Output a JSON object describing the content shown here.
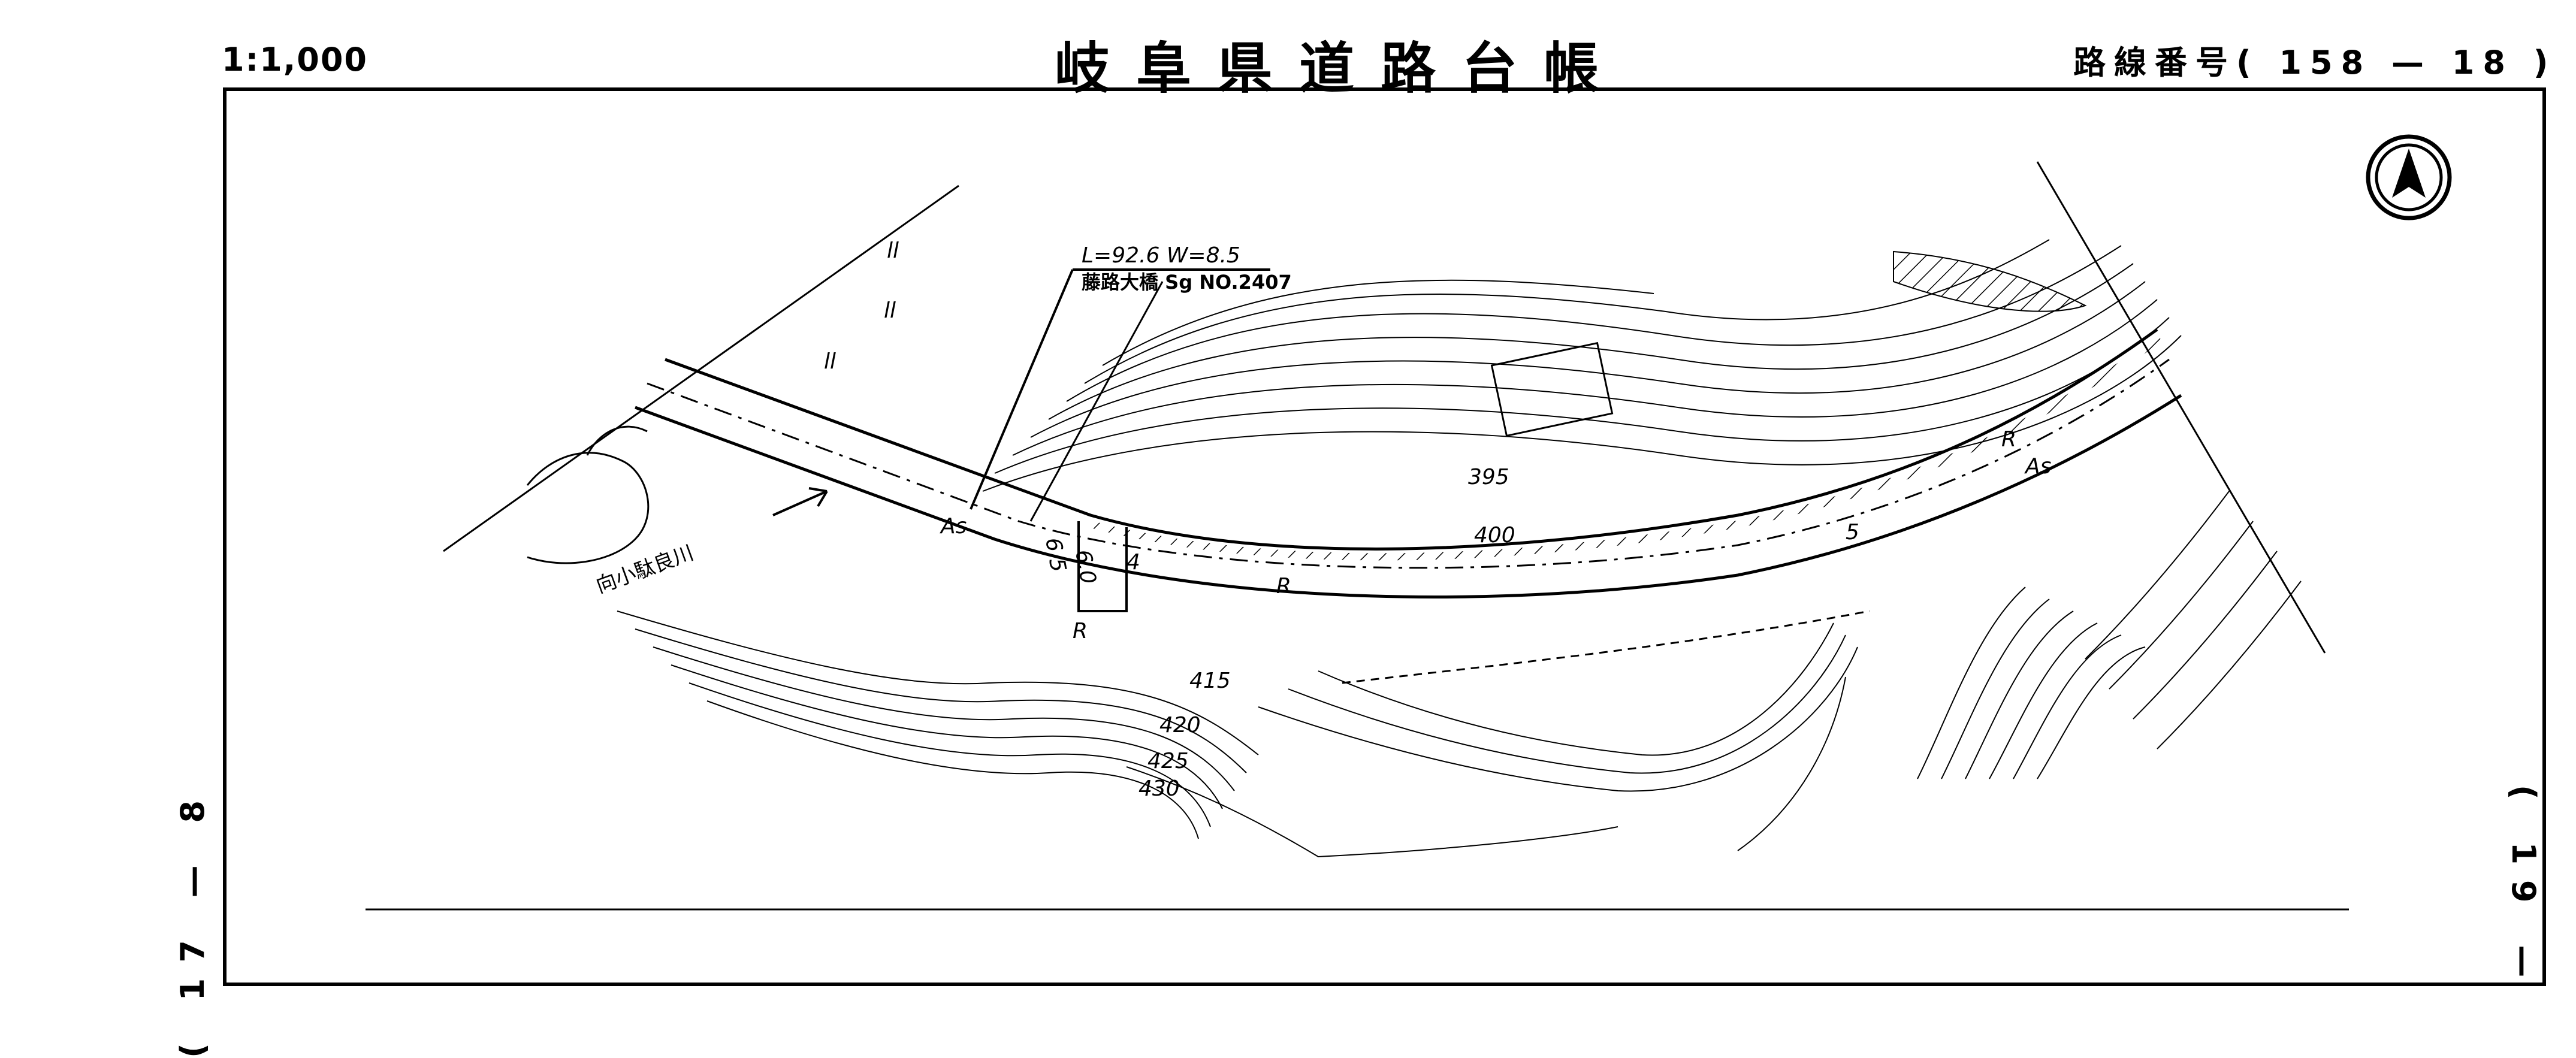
{
  "header": {
    "scale": "1:1,000",
    "title": "岐阜県道路台帳",
    "route_number": "路線番号( 158 — 18 )"
  },
  "margin_marks": {
    "left": "( 17 — 8",
    "right": "( 19 —"
  },
  "map_labels": {
    "bridge_dimensions": "L=92.6 W=8.5",
    "bridge_name": "藤路大橋 Sg NO.2407",
    "river_name": "向小駄良川",
    "surface_left": "As",
    "surface_right": "As",
    "width_1": "6.5",
    "width_2": "6.0",
    "lane_4": "4",
    "lane_5": "5",
    "r_1": "R",
    "r_2": "R",
    "r_3": "R",
    "contour_395": "395",
    "contour_400": "400",
    "contour_415": "415",
    "contour_420": "420",
    "contour_425": "425",
    "contour_430": "430",
    "mark_ll_1": "ll",
    "mark_ll_2": "ll",
    "mark_ll_3": "ll"
  },
  "icons": {
    "north": "north-arrow-icon"
  }
}
